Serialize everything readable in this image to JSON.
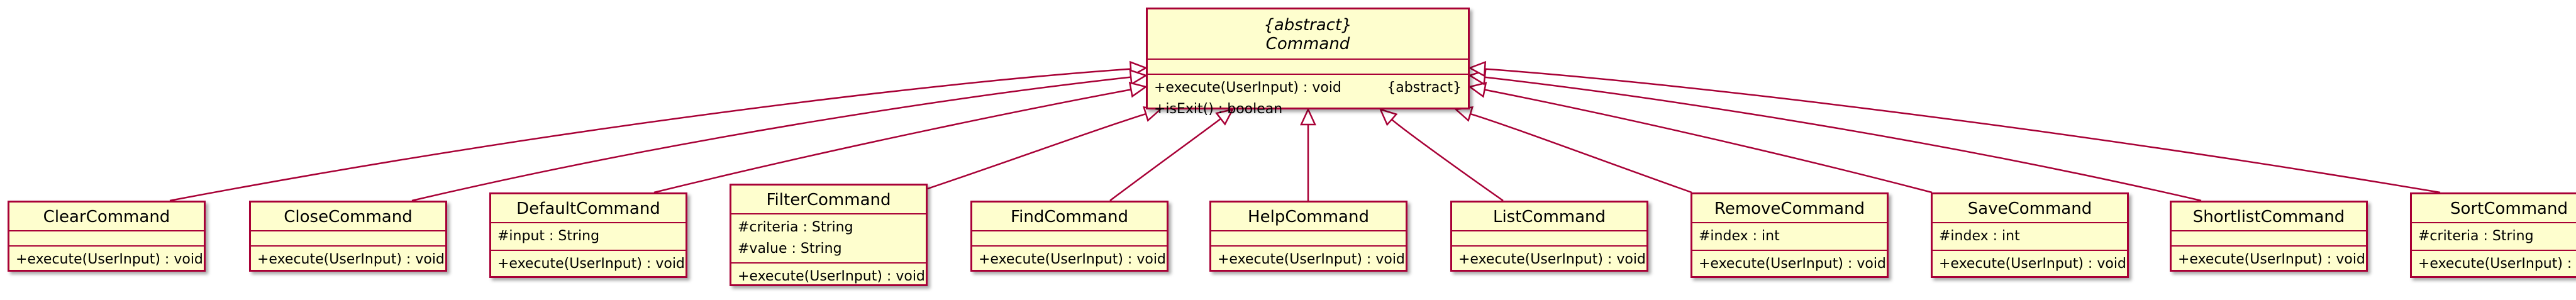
{
  "base": {
    "stereotype": "{abstract}",
    "name": "Command",
    "methods": [
      {
        "signature": "+execute(UserInput) : void",
        "modifier": "{abstract}"
      },
      {
        "signature": "+isExit() : boolean",
        "modifier": ""
      }
    ]
  },
  "classes": [
    {
      "id": "clear",
      "name": "ClearCommand",
      "fields": [],
      "methods": [
        "+execute(UserInput) : void"
      ]
    },
    {
      "id": "close",
      "name": "CloseCommand",
      "fields": [],
      "methods": [
        "+execute(UserInput) : void"
      ]
    },
    {
      "id": "default",
      "name": "DefaultCommand",
      "fields": [
        "#input : String"
      ],
      "methods": [
        "+execute(UserInput) : void"
      ]
    },
    {
      "id": "filter",
      "name": "FilterCommand",
      "fields": [
        "#criteria : String",
        "#value : String"
      ],
      "methods": [
        "+execute(UserInput) : void"
      ]
    },
    {
      "id": "find",
      "name": "FindCommand",
      "fields": [],
      "methods": [
        "+execute(UserInput) : void"
      ]
    },
    {
      "id": "help",
      "name": "HelpCommand",
      "fields": [],
      "methods": [
        "+execute(UserInput) : void"
      ]
    },
    {
      "id": "list",
      "name": "ListCommand",
      "fields": [],
      "methods": [
        "+execute(UserInput) : void"
      ]
    },
    {
      "id": "remove",
      "name": "RemoveCommand",
      "fields": [
        "#index : int"
      ],
      "methods": [
        "+execute(UserInput) : void"
      ]
    },
    {
      "id": "save",
      "name": "SaveCommand",
      "fields": [
        "#index : int"
      ],
      "methods": [
        "+execute(UserInput) : void"
      ]
    },
    {
      "id": "shortlist",
      "name": "ShortlistCommand",
      "fields": [],
      "methods": [
        "+execute(UserInput) : void"
      ]
    },
    {
      "id": "sort",
      "name": "SortCommand",
      "fields": [
        "#criteria : String"
      ],
      "methods": [
        "+execute(UserInput) : void"
      ]
    }
  ],
  "relations": [
    {
      "from": "clear",
      "to": "base",
      "type": "inheritance"
    },
    {
      "from": "close",
      "to": "base",
      "type": "inheritance"
    },
    {
      "from": "default",
      "to": "base",
      "type": "inheritance"
    },
    {
      "from": "filter",
      "to": "base",
      "type": "inheritance"
    },
    {
      "from": "find",
      "to": "base",
      "type": "inheritance"
    },
    {
      "from": "help",
      "to": "base",
      "type": "inheritance"
    },
    {
      "from": "list",
      "to": "base",
      "type": "inheritance"
    },
    {
      "from": "remove",
      "to": "base",
      "type": "inheritance"
    },
    {
      "from": "save",
      "to": "base",
      "type": "inheritance"
    },
    {
      "from": "shortlist",
      "to": "base",
      "type": "inheritance"
    },
    {
      "from": "sort",
      "to": "base",
      "type": "inheritance"
    }
  ],
  "colors": {
    "fill": "#fefece",
    "border": "#a80036",
    "line": "#a80036"
  }
}
